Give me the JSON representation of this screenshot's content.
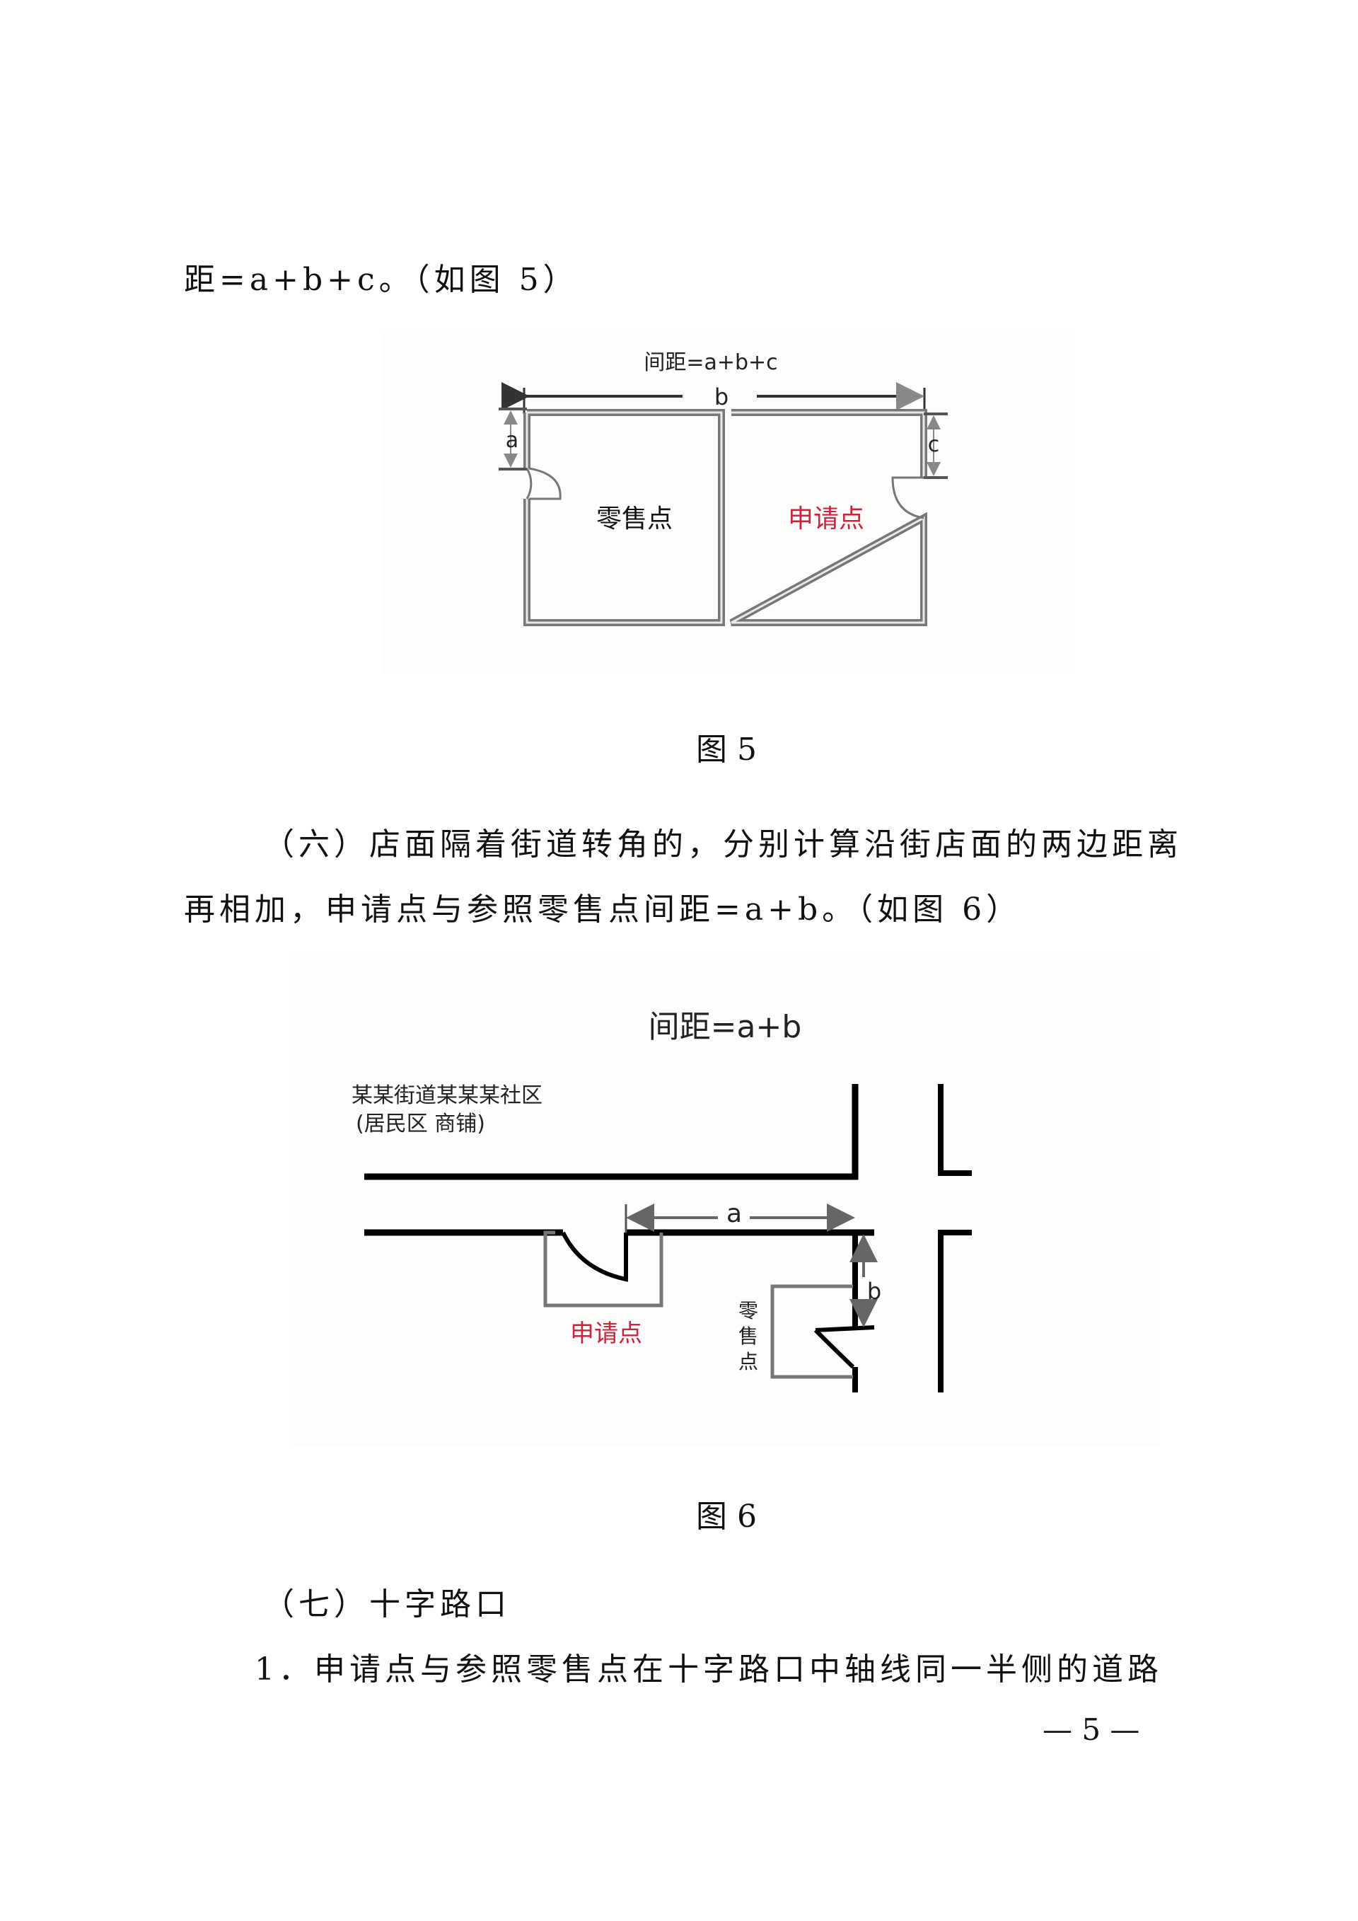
{
  "document": {
    "lines": {
      "l1": "距=a+b+c。（如图 5）",
      "l2": "（六）店面隔着街道转角的，分别计算沿街店面的两边距离",
      "l3": "再相加，申请点与参照零售点间距=a+b。（如图 6）",
      "l4": "（七）十字路口",
      "l5": "1．申请点与参照零售点在十字路口中轴线同一半侧的道路"
    },
    "captions": {
      "fig5": "图 5",
      "fig6": "图 6"
    },
    "page_number": "— 5 —"
  },
  "figure5": {
    "title": "间距=a+b+c",
    "dim_a": "a",
    "dim_b": "b",
    "dim_c": "c",
    "left_store": "零售点",
    "right_store": "申请点",
    "colors": {
      "wall": "#7a7a7a",
      "label_red": "#d0223a",
      "label_black": "#111111"
    }
  },
  "figure6": {
    "title": "间距=a+b",
    "community_line1": "某某街道某某某社区",
    "community_line2": "(居民区 商铺)",
    "dim_a": "a",
    "dim_b": "b",
    "applicant": "申请点",
    "retail_v": [
      "零",
      "售",
      "点"
    ],
    "colors": {
      "street": "#000000",
      "box": "#777777",
      "label_red": "#d0223a"
    }
  }
}
